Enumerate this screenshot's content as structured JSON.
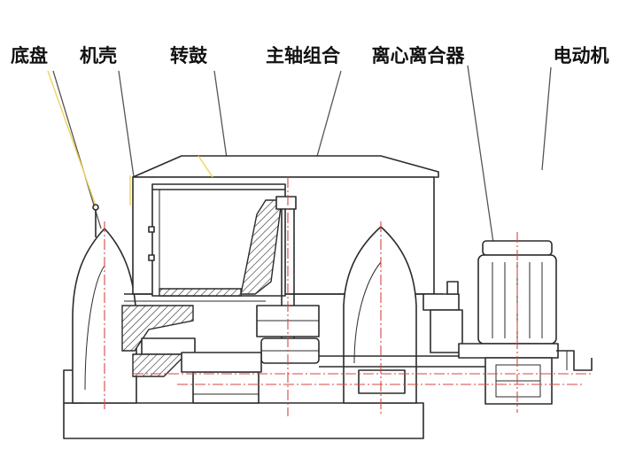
{
  "labels": [
    {
      "text": "底盘"
    },
    {
      "text": "机壳"
    },
    {
      "text": "转鼓"
    },
    {
      "text": "主轴组合"
    },
    {
      "text": "离心离合器"
    },
    {
      "text": "电动机"
    }
  ],
  "colors": {
    "line": "#2b2b2b",
    "centerline": "#d9463f",
    "accent": "#efd35a",
    "background": "#ffffff"
  }
}
